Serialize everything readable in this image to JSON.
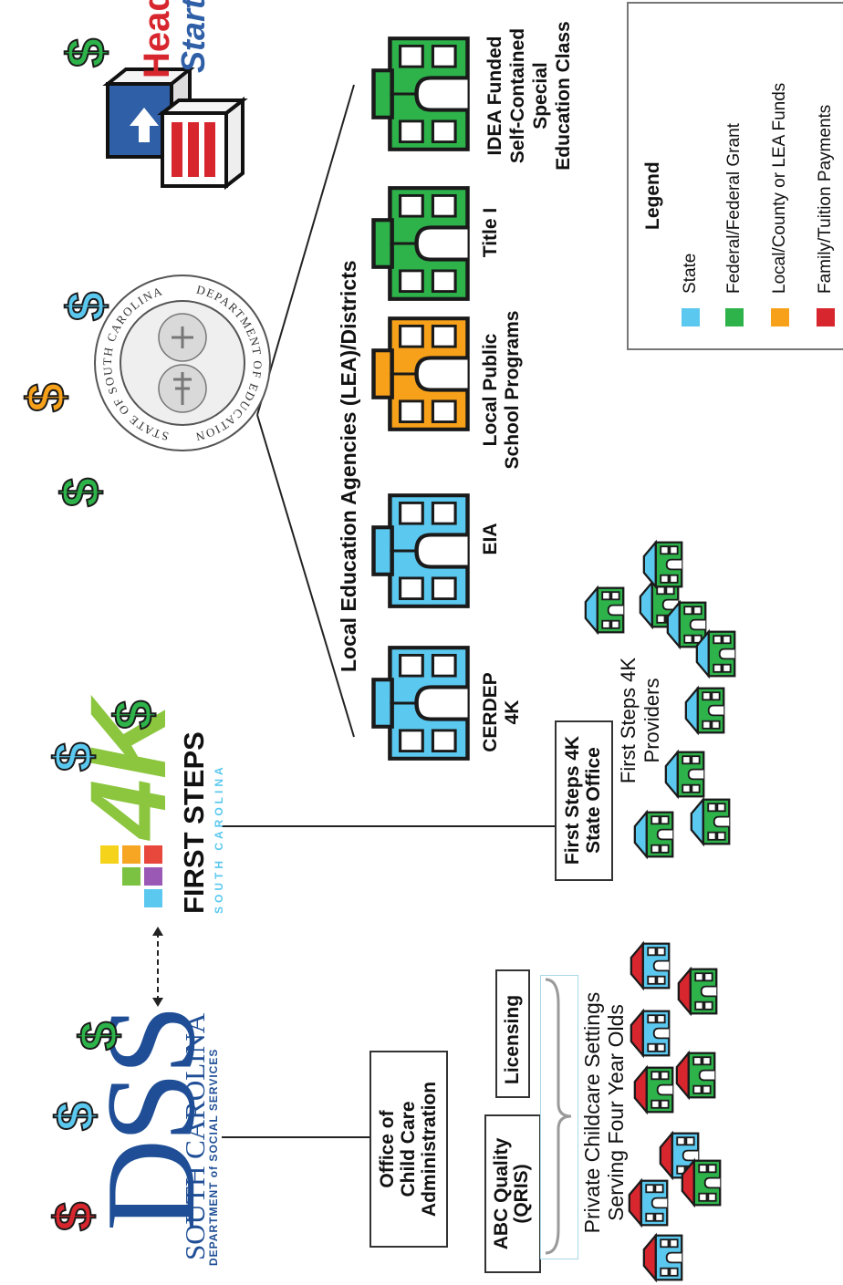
{
  "colors": {
    "state": "#5bc8ef",
    "federal": "#2db34a",
    "local": "#f7a11a",
    "family": "#d7262e",
    "dss_blue": "#1f4e96",
    "outline": "#1a1a1a"
  },
  "legend": {
    "title": "Legend",
    "items": [
      {
        "label": "State",
        "color": "#5bc8ef"
      },
      {
        "label": "Federal/Federal Grant",
        "color": "#2db34a"
      },
      {
        "label": "Local/County or LEA Funds",
        "color": "#f7a11a"
      },
      {
        "label": "Family/Tuition Payments",
        "color": "#d7262e"
      }
    ]
  },
  "dss": {
    "letters": "DSS",
    "name": "SOUTH CAROLINA",
    "dept": "DEPARTMENT of SOCIAL SERVICES",
    "office": [
      "Office of",
      "Child Care",
      "Administration"
    ],
    "abc": [
      "ABC Quality",
      "(QRIS)"
    ],
    "licensing": "Licensing",
    "private": [
      "Private Childcare Settings",
      "Serving Four Year Olds"
    ]
  },
  "first_steps": {
    "logo_4k": "4K",
    "title": "FIRST STEPS",
    "state": "SOUTH CAROLINA",
    "office": [
      "First Steps 4K",
      "State Office"
    ],
    "providers": [
      "First Steps 4K",
      "Providers"
    ]
  },
  "sde": {
    "seal_top": "DEPARTMENT OF EDUCATION",
    "seal_bottom": "STATE OF SOUTH CAROLINA",
    "lea_title": "Local Education Agencies (LEA)/Districts",
    "programs": [
      {
        "label": [
          "CERDEP",
          "4K"
        ],
        "color": "#5bc8ef"
      },
      {
        "label": [
          "EIA"
        ],
        "color": "#5bc8ef"
      },
      {
        "label": [
          "Local Public",
          "School Programs"
        ],
        "color": "#f7a11a"
      },
      {
        "label": [
          "Title I"
        ],
        "color": "#2db34a"
      },
      {
        "label": [
          "IDEA Funded",
          "Self-Contained",
          "Special",
          "Education Class"
        ],
        "color": "#2db34a"
      }
    ]
  },
  "head_start": {
    "word1": "Head",
    "word2": "Start"
  },
  "dollar": "$"
}
